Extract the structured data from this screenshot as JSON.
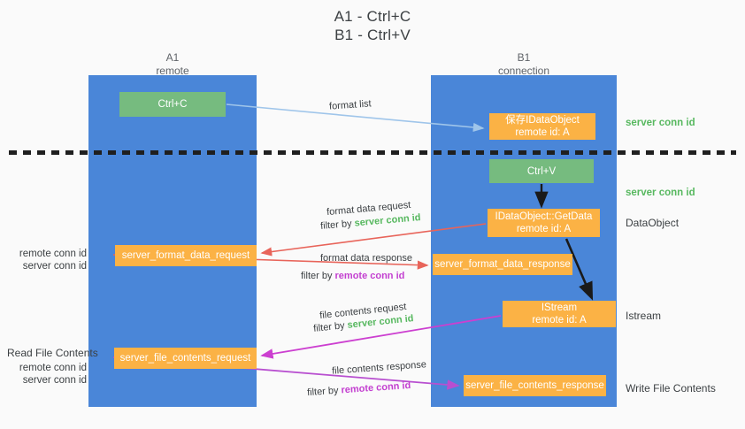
{
  "title": {
    "line1": "A1 - Ctrl+C",
    "line2": "B1 - Ctrl+V"
  },
  "columns": {
    "a1": {
      "name": "A1",
      "role": "remote"
    },
    "b1": {
      "name": "B1",
      "role": "connection"
    }
  },
  "nodes": {
    "ctrl_c": {
      "label": "Ctrl+C",
      "sub": "",
      "color": "#76bb7f"
    },
    "save_dataobj": {
      "label": "保存IDataObject",
      "sub": "remote id: A",
      "color": "#fbb245"
    },
    "ctrl_v": {
      "label": "Ctrl+V",
      "sub": "",
      "color": "#76bb7f"
    },
    "getdata": {
      "label": "IDataObject::GetData",
      "sub": "remote id: A",
      "color": "#fbb245"
    },
    "fd_request": {
      "label": "server_format_data_request",
      "sub": "",
      "color": "#fbb245"
    },
    "fd_response": {
      "label": "server_format_data_response",
      "sub": "",
      "color": "#fbb245"
    },
    "istream": {
      "label": "IStream",
      "sub": "remote id: A",
      "color": "#fbb245"
    },
    "fc_request": {
      "label": "server_file_contents_request",
      "sub": "",
      "color": "#fbb245"
    },
    "fc_response": {
      "label": "server_file_contents_response",
      "sub": "",
      "color": "#fbb245"
    }
  },
  "annotations": {
    "server_conn_id": "server conn id",
    "remote_conn_id": "remote conn id",
    "dataobject": "DataObject",
    "istream": "Istream",
    "write_file_contents": "Write File Contents",
    "read_file_contents": "Read File Contents"
  },
  "edges": {
    "format_list": {
      "title": "format list",
      "filter_prefix": "",
      "filter_value": "",
      "color": "#9fc5ea"
    },
    "format_data_req": {
      "title": "format data request",
      "filter_prefix": "filter by ",
      "filter_value": "server conn id",
      "color": "#e8645a"
    },
    "format_data_resp": {
      "title": "format data response",
      "filter_prefix": "filter by ",
      "filter_value": "remote conn id",
      "color": "#e8645a"
    },
    "file_contents_req": {
      "title": "file contents request",
      "filter_prefix": "filter by ",
      "filter_value": "server conn id",
      "color": "#cc3fd0"
    },
    "file_contents_resp": {
      "title": "file contents response",
      "filter_prefix": "filter by ",
      "filter_value": "remote conn id",
      "color": "#b84fd0"
    }
  },
  "colors": {
    "lane": "#4a86d8",
    "green_node": "#76bb7f",
    "orange_node": "#fbb245",
    "green_text": "#57b85f",
    "purple_text": "#c33fd0",
    "divider": "#1f1f1f",
    "background": "#fafafa"
  }
}
